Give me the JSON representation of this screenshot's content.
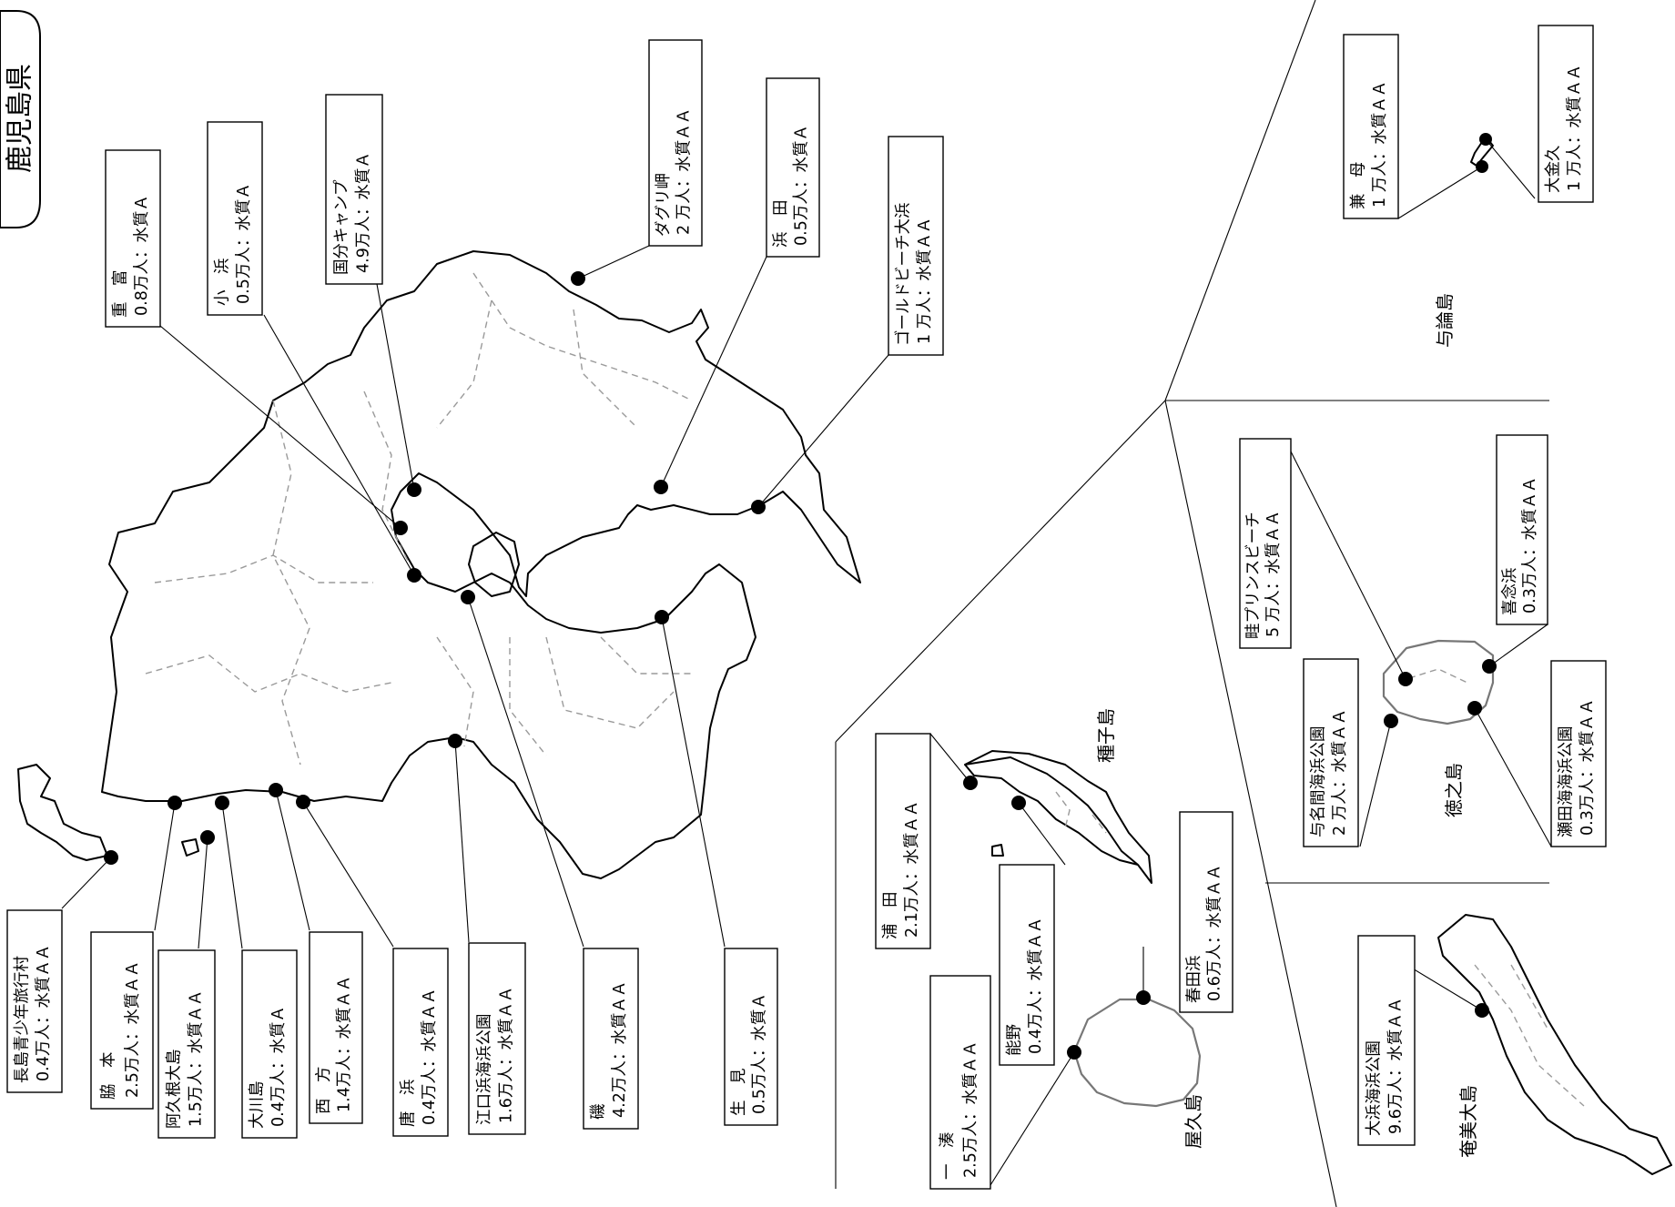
{
  "map": {
    "title": "鹿児島県",
    "islands": {
      "tanegashima": "種子島",
      "yakushima": "屋久島",
      "amami": "奄美大島",
      "tokunoshima": "徳之島",
      "yoron": "与論島"
    },
    "beaches": [
      {
        "name": "重　富",
        "stats": "0.8万人：水質Ａ"
      },
      {
        "name": "小　浜",
        "stats": "0.5万人：水質Ａ"
      },
      {
        "name": "国分キャンプ",
        "stats": "4.9万人：水質Ａ"
      },
      {
        "name": "ダグリ岬",
        "stats": "2 万人：水質ＡＡ"
      },
      {
        "name": "浜　田",
        "stats": "0.5万人：水質Ａ"
      },
      {
        "name": "ゴールドビーチ大浜",
        "stats": "1 万人：水質ＡＡ"
      },
      {
        "name": "長島青少年旅行村",
        "stats": "0.4万人：水質ＡＡ"
      },
      {
        "name": "脇　本",
        "stats": "2.5万人：水質ＡＡ"
      },
      {
        "name": "阿久根大島",
        "stats": "1.5万人：水質ＡＡ"
      },
      {
        "name": "大川島",
        "stats": "0.4万人：水質Ａ"
      },
      {
        "name": "西　方",
        "stats": "1.4万人：水質ＡＡ"
      },
      {
        "name": "唐　浜",
        "stats": "0.4万人：水質ＡＡ"
      },
      {
        "name": "江口浜海浜公園",
        "stats": "1.6万人：水質ＡＡ"
      },
      {
        "name": "磯",
        "stats": "4.2万人：水質ＡＡ"
      },
      {
        "name": "生　見",
        "stats": "0.5万人：水質Ａ"
      },
      {
        "name": "浦　田",
        "stats": "2.1万人：水質ＡＡ"
      },
      {
        "name": "能野",
        "stats": "0.4万人：水質ＡＡ"
      },
      {
        "name": "一　湊",
        "stats": "2.5万人：水質ＡＡ"
      },
      {
        "name": "春田浜",
        "stats": "0.6万人：水質ＡＡ"
      },
      {
        "name": "大浜海浜公園",
        "stats": "9.6万人：水質ＡＡ"
      },
      {
        "name": "与名間海浜公園",
        "stats": "2 万人：水質ＡＡ"
      },
      {
        "name": "瀬田海海浜公園",
        "stats": "0.3万人：水質ＡＡ"
      },
      {
        "name": "喜念浜",
        "stats": "0.3万人：水質ＡＡ"
      },
      {
        "name": "畦プリンスビーチ",
        "stats": "5 万人：水質ＡＡ"
      },
      {
        "name": "兼　母",
        "stats": "1 万人：水質ＡＡ"
      },
      {
        "name": "大金久",
        "stats": "1 万人：水質ＡＡ"
      }
    ]
  }
}
